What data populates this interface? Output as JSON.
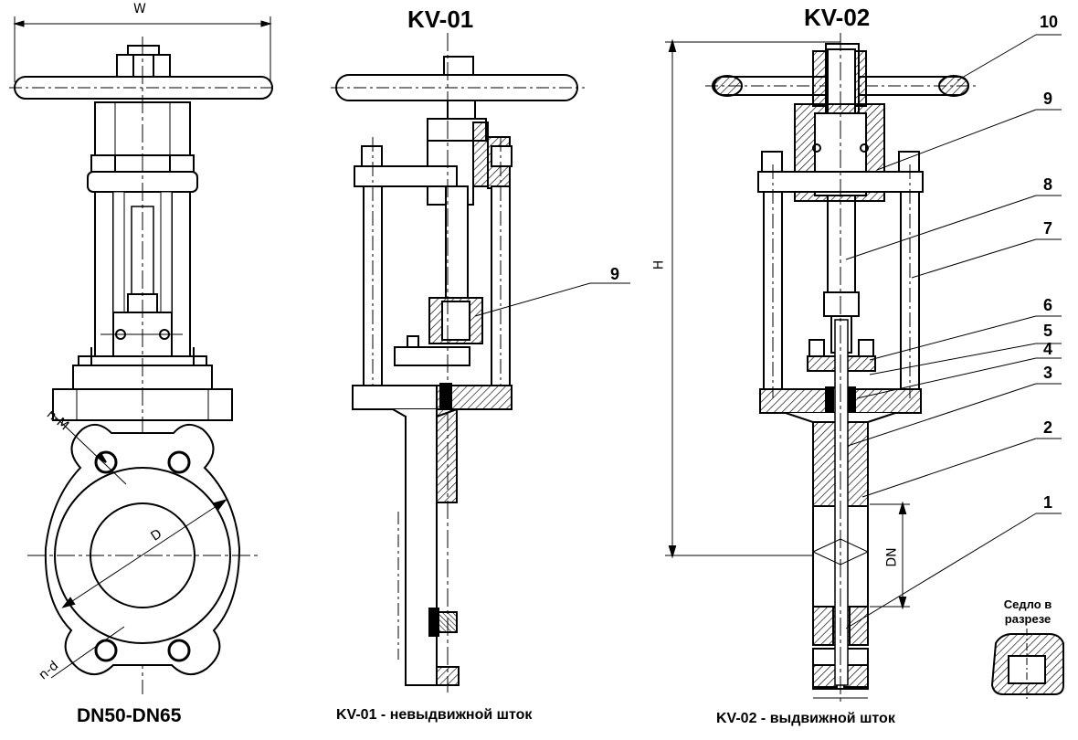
{
  "figure": {
    "left_view_caption": "DN50-DN65",
    "dim_w": "W",
    "dim_nm": "n-M",
    "dim_d_large": "D",
    "dim_nd": "n-d",
    "dim_h": "H",
    "dim_dn": "DN"
  },
  "kv01": {
    "title": "KV-01",
    "caption": "KV-01 - невыдвижной шток",
    "callout_9": "9"
  },
  "kv02": {
    "title": "KV-02",
    "caption": "KV-02 - выдвижной шток",
    "callouts": [
      "10",
      "9",
      "8",
      "7",
      "6",
      "5",
      "4",
      "3",
      "2",
      "1"
    ]
  },
  "seat_detail": {
    "label_line1": "Седло в",
    "label_line2": "разрезе"
  },
  "colors": {
    "ink": "#000000",
    "paper": "#ffffff"
  }
}
